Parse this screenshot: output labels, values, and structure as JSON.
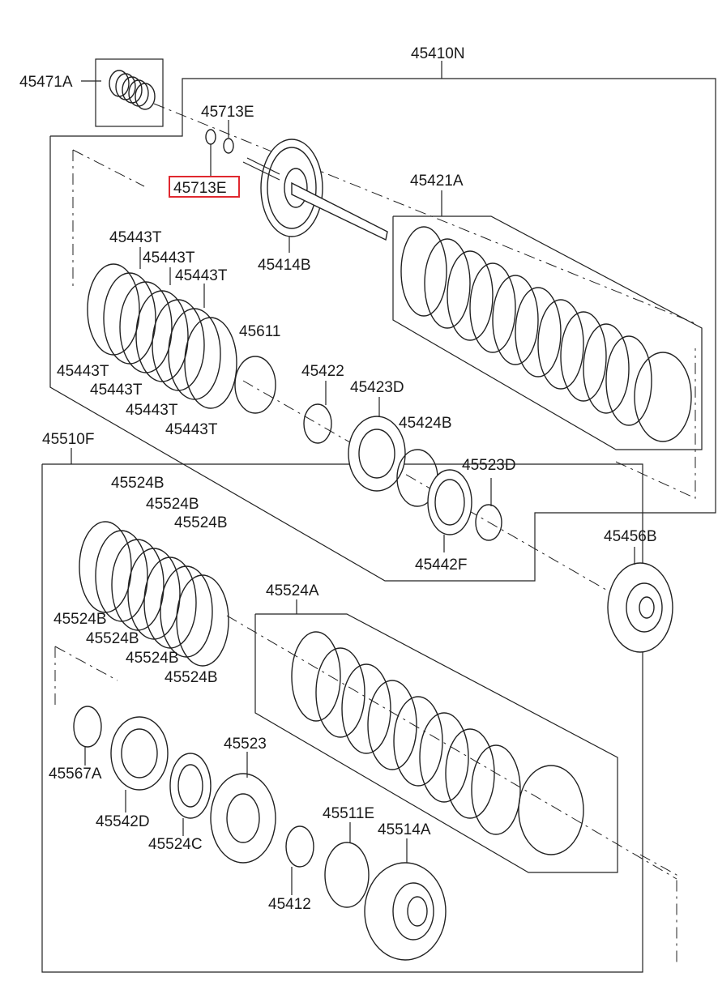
{
  "labels": {
    "p45410N": "45410N",
    "p45471A": "45471A",
    "p45713E_a": "45713E",
    "p45713E_b": "45713E",
    "p45421A": "45421A",
    "p45414B": "45414B",
    "p45443T_1": "45443T",
    "p45443T_2": "45443T",
    "p45443T_3": "45443T",
    "p45443T_4": "45443T",
    "p45443T_5": "45443T",
    "p45443T_6": "45443T",
    "p45443T_7": "45443T",
    "p45611": "45611",
    "p45422": "45422",
    "p45423D": "45423D",
    "p45424B": "45424B",
    "p45523D": "45523D",
    "p45442F": "45442F",
    "p45510F": "45510F",
    "p45524B_1": "45524B",
    "p45524B_2": "45524B",
    "p45524B_3": "45524B",
    "p45524B_4": "45524B",
    "p45524B_5": "45524B",
    "p45524B_6": "45524B",
    "p45524B_7": "45524B",
    "p45456B": "45456B",
    "p45524A": "45524A",
    "p45523": "45523",
    "p45567A": "45567A",
    "p45542D": "45542D",
    "p45524C": "45524C",
    "p45511E": "45511E",
    "p45514A": "45514A",
    "p45412": "45412"
  },
  "highlight_color": "#e0282f"
}
